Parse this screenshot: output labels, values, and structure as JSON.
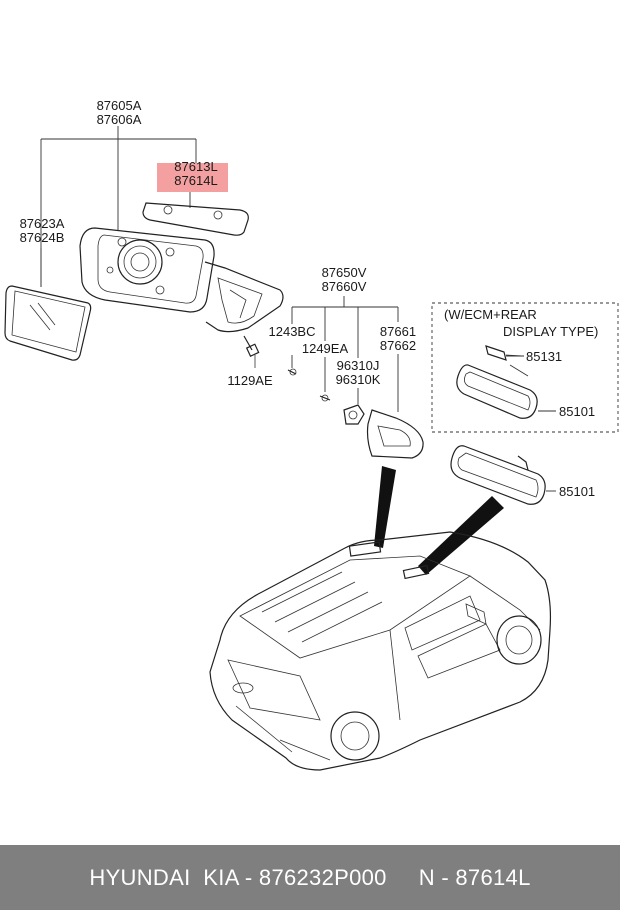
{
  "callouts": {
    "housing_a": "87605A",
    "housing_b": "87606A",
    "cover_a": "87613L",
    "cover_b": "87614L",
    "glass_a": "87623A",
    "glass_b": "87624B",
    "base_a": "87650V",
    "base_b": "87660V",
    "screw_1": "1243BC",
    "screw_2": "1249EA",
    "screw_3": "1129AE",
    "lamp_a": "96310J",
    "lamp_b": "96310K",
    "trim_a": "87661",
    "trim_b": "87662",
    "inner_1": "85131",
    "inner_2": "85101",
    "inner_3": "85101"
  },
  "box": {
    "line1": "(W/ECM+REAR",
    "line2": "DISPLAY TYPE)"
  },
  "highlight_color": "#f08080",
  "footer": {
    "text": "HYUNDAI  KIA - 876232P000     N - 87614L"
  }
}
